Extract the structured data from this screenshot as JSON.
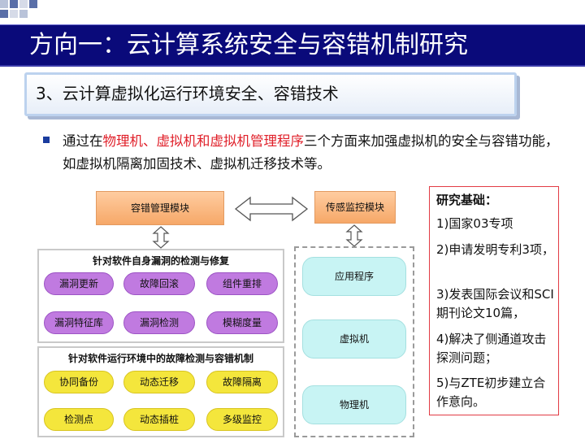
{
  "slide": {
    "title": "方向一：云计算系统安全与容错机制研究",
    "subtitle": "3、云计算虚拟化运行环境安全、容错技术",
    "bullet": {
      "prefix": "通过在",
      "highlight": "物理机、虚拟机和虚拟机管理程序",
      "suffix": "三个方面来加强虚拟机的安全与容错功能，如虚拟机隔离加固技术、虚拟机迁移技术等。"
    }
  },
  "diagram": {
    "fault_module": "容错管理模块",
    "sensor_module": "传感监控模块",
    "vuln_panel": {
      "title": "针对软件自身漏洞的检测与修复",
      "items": [
        "漏洞更新",
        "故障回滚",
        "组件重排",
        "漏洞特征库",
        "漏洞检测",
        "模糊度量"
      ]
    },
    "env_panel": {
      "title": "针对软件运行环境中的故障检测与容错机制",
      "items": [
        "协同备份",
        "动态迁移",
        "故障隔离",
        "检测点",
        "动态插桩",
        "多级监控"
      ]
    },
    "layers": [
      "应用程序",
      "虚拟机",
      "物理机"
    ]
  },
  "research": {
    "heading": "研究基础：",
    "items": [
      "1)国家03专项",
      "2)申请发明专利3项，",
      "3)发表国际会议和SCI期刊论文10篇，",
      "4)解决了侧通道攻击探测问题；",
      "5)与ZTE初步建立合作意向。"
    ]
  },
  "colors": {
    "header_bg": "#0a0a7a",
    "highlight": "#e0202a",
    "research_border": "#e23b44"
  }
}
